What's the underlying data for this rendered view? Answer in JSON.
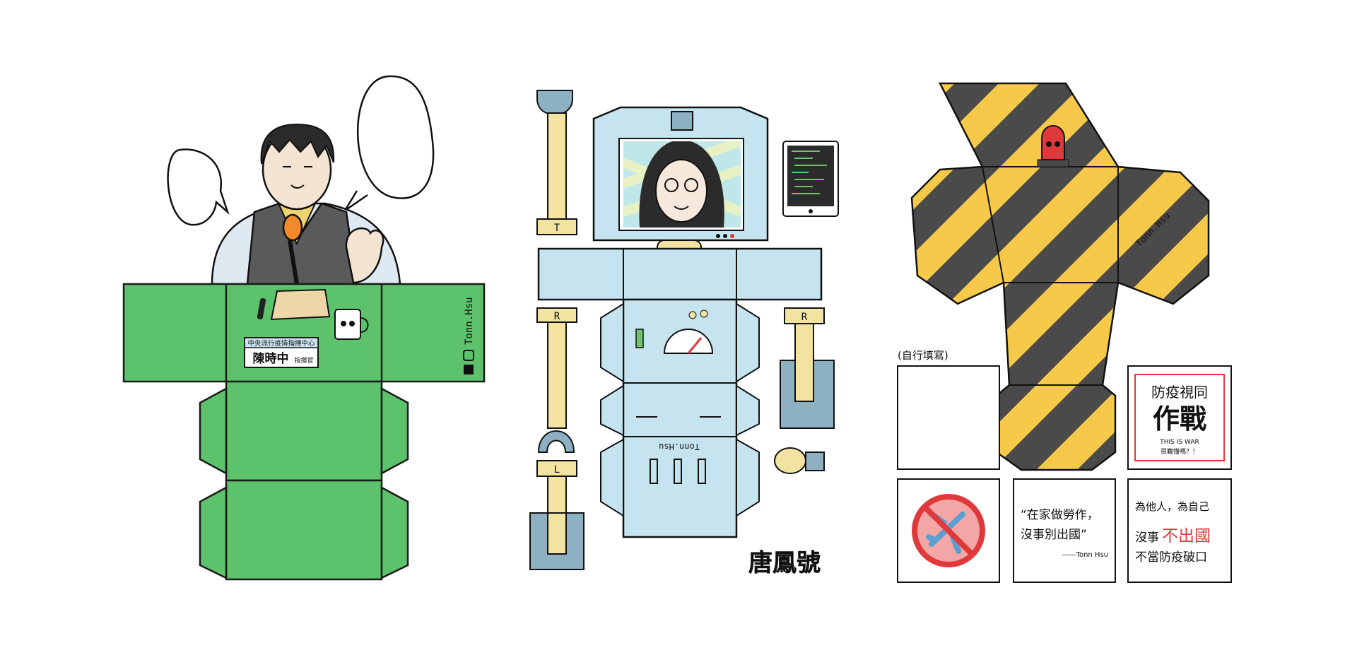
{
  "colors": {
    "podium_green": "#5cc36c",
    "robot_blue": "#c6e4ef",
    "screen_cyan": "#bfe7e9",
    "joint_yellow": "#f3e3a0",
    "stripe_yellow": "#f6c94a",
    "stripe_dark": "#4a4a4a",
    "slate_blue": "#8db0c3",
    "sign_red": "#e0393b",
    "outline": "#1a1a1a"
  },
  "podium": {
    "name_plate_org": "中央流行疫情指揮中心",
    "name_plate_name": "陳時中",
    "name_plate_title": "指揮官",
    "credit": "Tonn.Hsu"
  },
  "robot": {
    "arm_right_label": "R",
    "arm_left_label": "L",
    "leg_right_label": "R",
    "top_piece_label": "T",
    "credit": "Tonn.Hsu",
    "signature": "唐鳳號"
  },
  "hat": {
    "credit": "Tonn.Hsu"
  },
  "cards": {
    "blank_label": "(自行填寫)",
    "war_line1": "防疫視同",
    "war_line2": "作戰",
    "war_en": "THIS IS WAR",
    "war_small": "很難懂嗎？！",
    "quote_line1": "“在家做勞作，",
    "quote_line2": "沒事別出國”",
    "quote_author": "——Tonn Hsu",
    "slogan_line1": "為他人，為自己",
    "slogan_line2a": "沒事",
    "slogan_line2b": "不出國",
    "slogan_line3": "不當防疫破口"
  },
  "icons": [
    "speech-bubble-icon",
    "microphone-icon",
    "mug-icon",
    "tablet-icon",
    "gauge-icon",
    "bulb-icon",
    "siren-icon",
    "no-plane-icon",
    "facebook-icon",
    "instagram-icon"
  ]
}
